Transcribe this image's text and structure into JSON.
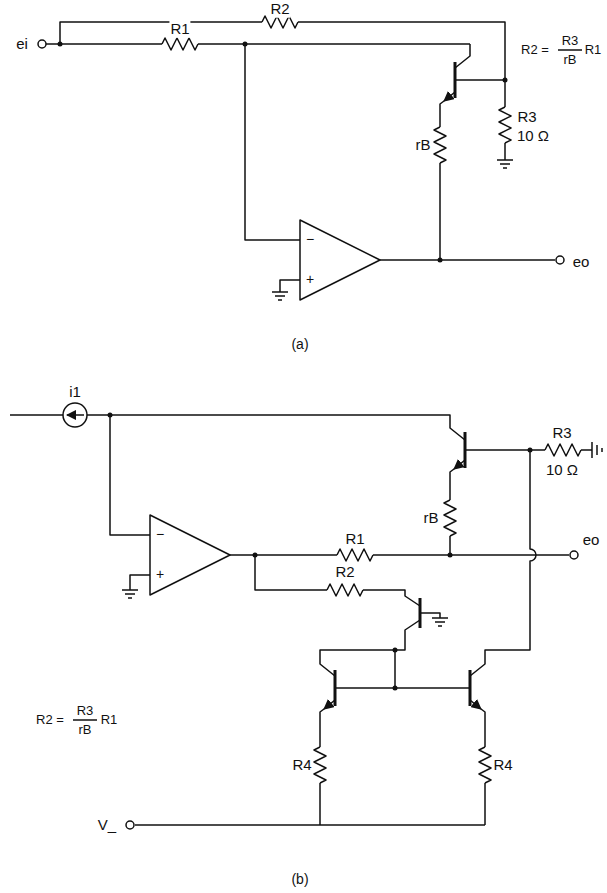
{
  "diagram": {
    "labels": [
      "R2",
      "R2 =",
      "R3",
      "rB",
      "R1",
      "ei",
      "R1",
      "R3",
      "10 Ω",
      "rB",
      "−",
      "+",
      "eo",
      "(a)",
      "i1",
      "R3",
      "10 Ω",
      "rB",
      "−",
      "+",
      "R1",
      "eo",
      "R2",
      "R2 =",
      "R3",
      "rB",
      "R1",
      "R4",
      "R4",
      "V_",
      "(b)"
    ]
  }
}
